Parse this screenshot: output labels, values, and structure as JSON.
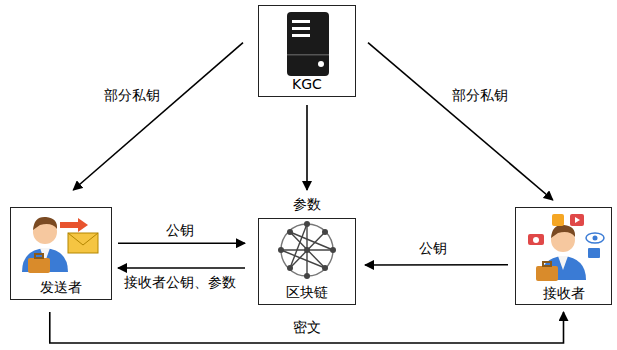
{
  "diagram": {
    "nodes": [
      {
        "text": [
          "KGC"
        ]
      },
      {
        "text": [
          "发送者"
        ]
      },
      {
        "text": [
          "区块链"
        ]
      },
      {
        "text": [
          "接收者"
        ]
      }
    ],
    "edges": [
      {
        "from": 0,
        "to": 1,
        "label": "部分私钥",
        "arrow": "to"
      },
      {
        "from": 0,
        "to": 3,
        "label": "部分私钥",
        "arrow": "to"
      },
      {
        "from": 0,
        "to": 2,
        "label": "参数",
        "arrow": "to"
      },
      {
        "from": 1,
        "to": 2,
        "label": "公钥",
        "arrow": "to"
      },
      {
        "from": 2,
        "to": 1,
        "label": "接收者公钥、参数",
        "arrow": "to"
      },
      {
        "from": 3,
        "to": 2,
        "label": "公钥",
        "arrow": "to"
      },
      {
        "from": 1,
        "to": 3,
        "label": "密文",
        "arrow": "to"
      }
    ]
  }
}
